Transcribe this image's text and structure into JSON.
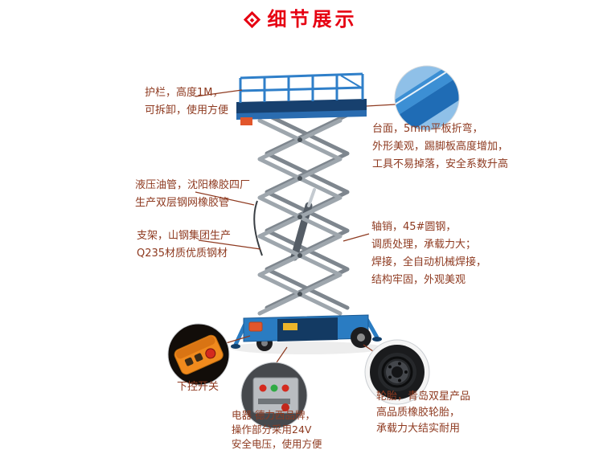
{
  "title": {
    "icon": "diamond-icon",
    "text": "细节展示"
  },
  "colors": {
    "accent_red": "#e60012",
    "label_text": "#8e3a20",
    "machine_blue": "#2a7cc2",
    "machine_navy": "#17406e",
    "scissor_gray": "#9ea6ad",
    "remote_orange": "#f08a1d"
  },
  "callouts": {
    "guardrail": {
      "lines": [
        "护栏，高度1M，",
        "可拆卸，使用方便"
      ]
    },
    "platform": {
      "lines": [
        "台面，5mm平板折弯，",
        "外形美观，踢脚板高度增加，",
        "工具不易掉落，安全系数升高"
      ]
    },
    "hose": {
      "lines": [
        "液压油管，沈阳橡胶四厂",
        "生产双层钢网橡胶管"
      ]
    },
    "frame": {
      "lines": [
        "支架，山钢集团生产",
        "Q235材质优质钢材"
      ]
    },
    "pin": {
      "lines": [
        "轴销，45#圆钢，",
        "调质处理，承载力大；",
        "焊接，全自动机械焊接，",
        "结构牢固，外观美观"
      ]
    },
    "lower_switch": {
      "label": "下控开关"
    },
    "electric": {
      "lines": [
        "电器 德力西品牌，",
        "操作部分采用24V",
        "安全电压，使用方便"
      ]
    },
    "tire": {
      "lines": [
        "轮胎，青岛双星产品",
        "高品质橡胶轮胎，",
        "承载力大结实耐用"
      ]
    }
  }
}
